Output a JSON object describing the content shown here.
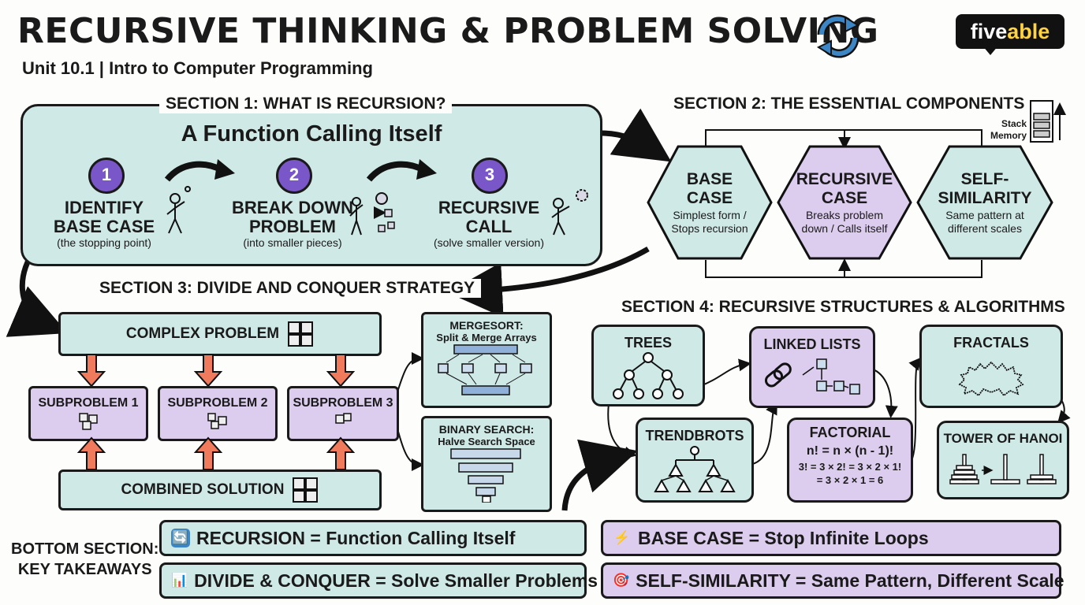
{
  "header": {
    "title": "RECURSIVE THINKING & PROBLEM SOLVING",
    "subtitle": "Unit 10.1 | Intro to Computer Programming",
    "logo_part1": "five",
    "logo_part2": "able"
  },
  "section1": {
    "heading": "SECTION 1: WHAT IS RECURSION?",
    "tagline": "A Function Calling Itself",
    "steps": [
      {
        "num": "1",
        "title_l1": "IDENTIFY",
        "title_l2": "BASE CASE",
        "sub": "(the stopping point)"
      },
      {
        "num": "2",
        "title_l1": "BREAK DOWN",
        "title_l2": "PROBLEM",
        "sub": "(into smaller pieces)"
      },
      {
        "num": "3",
        "title_l1": "RECURSIVE",
        "title_l2": "CALL",
        "sub": "(solve smaller version)"
      }
    ]
  },
  "section2": {
    "heading": "SECTION 2: THE ESSENTIAL COMPONENTS",
    "stack_l1": "Stack",
    "stack_l2": "Memory",
    "hexes": [
      {
        "t1": "BASE",
        "t2": "CASE",
        "s1": "Simplest form /",
        "s2": "Stops recursion"
      },
      {
        "t1": "RECURSIVE",
        "t2": "CASE",
        "s1": "Breaks problem",
        "s2": "down / Calls itself"
      },
      {
        "t1": "SELF-",
        "t2": "SIMILARITY",
        "s1": "Same pattern at",
        "s2": "different scales"
      }
    ]
  },
  "section3": {
    "heading": "SECTION 3: DIVIDE AND CONQUER STRATEGY",
    "complex": "COMPLEX PROBLEM",
    "subproblems": [
      "SUBPROBLEM 1",
      "SUBPROBLEM 2",
      "SUBPROBLEM 3"
    ],
    "combined": "COMBINED SOLUTION",
    "mergesort_l1": "MERGESORT:",
    "mergesort_l2": "Split & Merge Arrays",
    "binary_l1": "BINARY SEARCH:",
    "binary_l2": "Halve Search Space"
  },
  "section4": {
    "heading": "SECTION 4: RECURSIVE STRUCTURES & ALGORITHMS",
    "trees": "TREES",
    "linked": "LINKED LISTS",
    "fractals": "FRACTALS",
    "trendbrots": "TRENDBROTS",
    "factorial": "FACTORIAL",
    "fact_l1": "n! = n × (n - 1)!",
    "fact_l2": "3! = 3 × 2! = 3 × 2 × 1!",
    "fact_l3": "= 3 × 2 × 1 = 6",
    "hanoi": "TOWER OF HANOI"
  },
  "takeaways": {
    "label_l1": "BOTTOM SECTION:",
    "label_l2": "KEY TAKEAWAYS",
    "items": [
      {
        "icon": "🔄",
        "text": "RECURSION = Function Calling Itself"
      },
      {
        "icon": "⚡",
        "text": "BASE CASE = Stop Infinite Loops"
      },
      {
        "icon": "📊",
        "text": "DIVIDE & CONQUER = Solve Smaller Problems"
      },
      {
        "icon": "🎯",
        "text": "SELF-SIMILARITY = Same Pattern, Different Scale"
      }
    ]
  },
  "colors": {
    "teal": "#cfe9e6",
    "purple": "#dcccee",
    "accent_purple": "#7a57c8",
    "arrow_red": "#f07a5c",
    "recycle_blue": "#3d86c6"
  }
}
